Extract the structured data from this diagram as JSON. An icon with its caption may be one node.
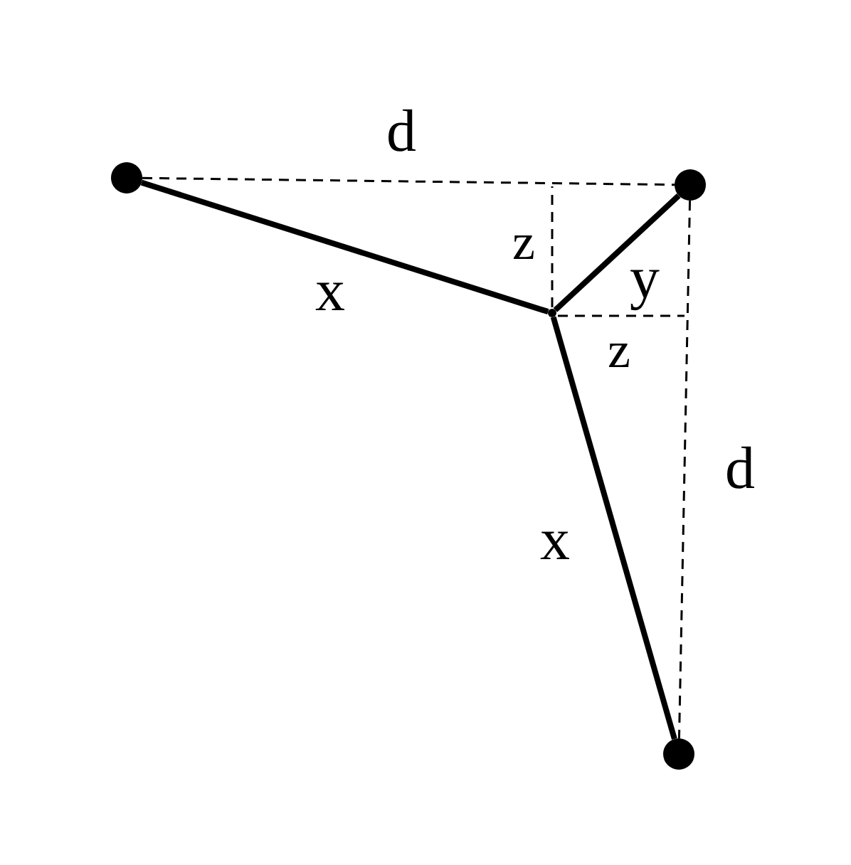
{
  "diagram": {
    "nodes": [
      {
        "text": [],
        "shape": "circle"
      },
      {
        "text": [],
        "shape": "circle"
      },
      {
        "text": [],
        "shape": "circle"
      },
      {
        "text": [],
        "shape": "point"
      }
    ],
    "edges": [
      {
        "from": 3,
        "to": 0,
        "arrow": "none",
        "label": "x"
      },
      {
        "from": 3,
        "to": 1,
        "arrow": "none",
        "label": "y"
      },
      {
        "from": 3,
        "to": 2,
        "arrow": "none",
        "label": "x"
      },
      {
        "from": 0,
        "to": 1,
        "arrow": "none",
        "label": "d",
        "style": "dashed"
      },
      {
        "from": 1,
        "to": 2,
        "arrow": "none",
        "label": "d",
        "style": "dashed"
      }
    ],
    "labels": [
      "z",
      "z"
    ]
  }
}
